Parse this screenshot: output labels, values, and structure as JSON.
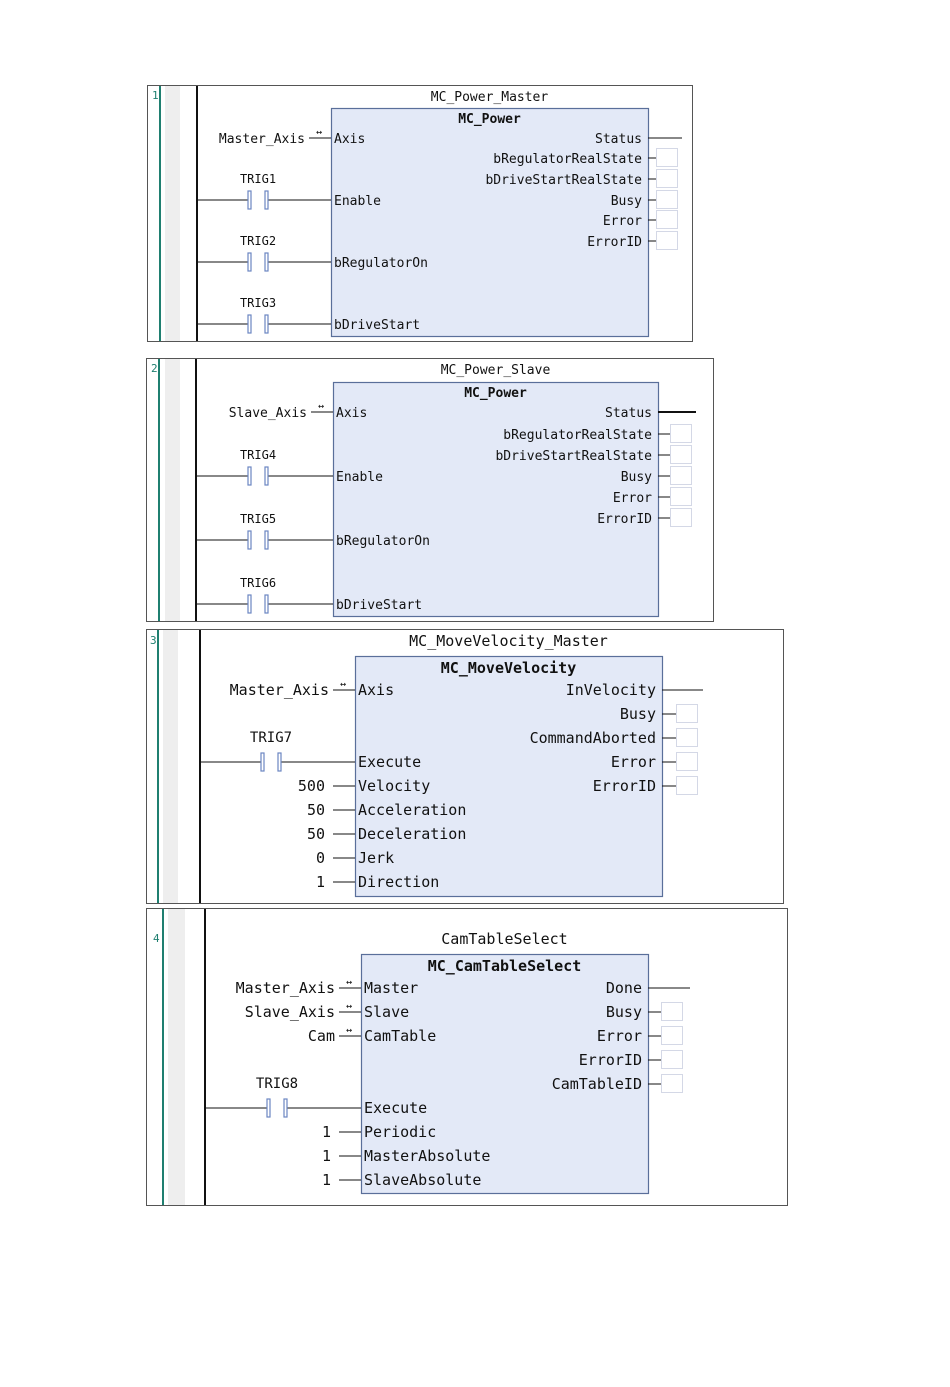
{
  "colors": {
    "block_fill": "#e3e9f7",
    "block_border": "#5a6f9a",
    "rail_accent": "#1f7f70",
    "rail_shade": "#eeeeee",
    "output_box": "#d4d8e6",
    "contact": "#6b86c2"
  },
  "networks": [
    {
      "number": "1",
      "instance": "MC_Power_Master",
      "fb_type": "MC_Power",
      "inputs": [
        {
          "kind": "inout",
          "var": "Master_Axis",
          "pin": "Axis"
        },
        {
          "kind": "contact",
          "var": "TRIG1",
          "pin": "Enable"
        },
        {
          "kind": "contact",
          "var": "TRIG2",
          "pin": "bRegulatorOn"
        },
        {
          "kind": "contact",
          "var": "TRIG3",
          "pin": "bDriveStart"
        }
      ],
      "outputs": [
        {
          "pin": "Status",
          "wired": true
        },
        {
          "pin": "bRegulatorRealState",
          "wired": false
        },
        {
          "pin": "bDriveStartRealState",
          "wired": false
        },
        {
          "pin": "Busy",
          "wired": false
        },
        {
          "pin": "Error",
          "wired": false
        },
        {
          "pin": "ErrorID",
          "wired": false
        }
      ]
    },
    {
      "number": "2",
      "instance": "MC_Power_Slave",
      "fb_type": "MC_Power",
      "inputs": [
        {
          "kind": "inout",
          "var": "Slave_Axis",
          "pin": "Axis"
        },
        {
          "kind": "contact",
          "var": "TRIG4",
          "pin": "Enable"
        },
        {
          "kind": "contact",
          "var": "TRIG5",
          "pin": "bRegulatorOn"
        },
        {
          "kind": "contact",
          "var": "TRIG6",
          "pin": "bDriveStart"
        }
      ],
      "outputs": [
        {
          "pin": "Status",
          "wired": true
        },
        {
          "pin": "bRegulatorRealState",
          "wired": false
        },
        {
          "pin": "bDriveStartRealState",
          "wired": false
        },
        {
          "pin": "Busy",
          "wired": false
        },
        {
          "pin": "Error",
          "wired": false
        },
        {
          "pin": "ErrorID",
          "wired": false
        }
      ]
    },
    {
      "number": "3",
      "instance": "MC_MoveVelocity_Master",
      "fb_type": "MC_MoveVelocity",
      "inputs": [
        {
          "kind": "inout",
          "var": "Master_Axis",
          "pin": "Axis"
        },
        {
          "kind": "contact",
          "var": "TRIG7",
          "pin": "Execute"
        },
        {
          "kind": "const",
          "var": "500",
          "pin": "Velocity"
        },
        {
          "kind": "const",
          "var": "50",
          "pin": "Acceleration"
        },
        {
          "kind": "const",
          "var": "50",
          "pin": "Deceleration"
        },
        {
          "kind": "const",
          "var": "0",
          "pin": "Jerk"
        },
        {
          "kind": "const",
          "var": "1",
          "pin": "Direction"
        }
      ],
      "outputs": [
        {
          "pin": "InVelocity",
          "wired": true
        },
        {
          "pin": "Busy",
          "wired": false
        },
        {
          "pin": "CommandAborted",
          "wired": false
        },
        {
          "pin": "Error",
          "wired": false
        },
        {
          "pin": "ErrorID",
          "wired": false
        }
      ]
    },
    {
      "number": "4",
      "instance": "CamTableSelect",
      "fb_type": "MC_CamTableSelect",
      "inputs": [
        {
          "kind": "inout",
          "var": "Master_Axis",
          "pin": "Master"
        },
        {
          "kind": "inout",
          "var": "Slave_Axis",
          "pin": "Slave"
        },
        {
          "kind": "inout",
          "var": "Cam",
          "pin": "CamTable"
        },
        {
          "kind": "contact",
          "var": "TRIG8",
          "pin": "Execute"
        },
        {
          "kind": "const",
          "var": "1",
          "pin": "Periodic"
        },
        {
          "kind": "const",
          "var": "1",
          "pin": "MasterAbsolute"
        },
        {
          "kind": "const",
          "var": "1",
          "pin": "SlaveAbsolute"
        }
      ],
      "outputs": [
        {
          "pin": "Done",
          "wired": true
        },
        {
          "pin": "Busy",
          "wired": false
        },
        {
          "pin": "Error",
          "wired": false
        },
        {
          "pin": "ErrorID",
          "wired": false
        },
        {
          "pin": "CamTableID",
          "wired": false
        }
      ]
    }
  ]
}
